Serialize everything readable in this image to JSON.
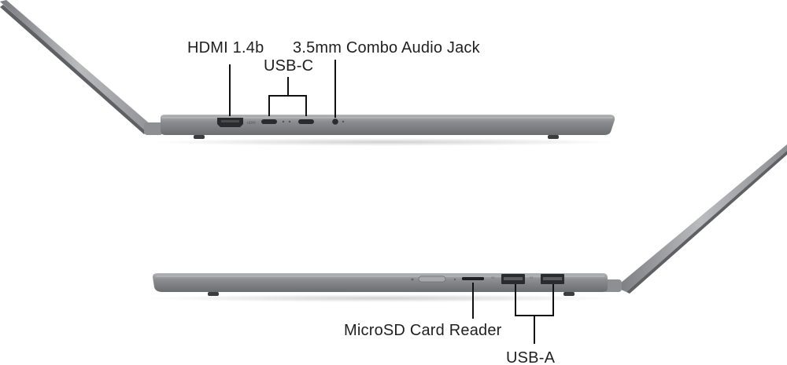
{
  "labels": {
    "hdmi": "HDMI 1.4b",
    "audio": "3.5mm Combo Audio Jack",
    "usb_c": "USB-C",
    "microsd": "MicroSD Card Reader",
    "usb_a": "USB-A"
  },
  "colors": {
    "body": "#7c7e80",
    "body_light": "#a4a6a8",
    "body_dark": "#55575a",
    "lid": "#9a9c9e",
    "port": "#2a2b2d",
    "leader": "#111111",
    "text": "#1f1f1f"
  }
}
